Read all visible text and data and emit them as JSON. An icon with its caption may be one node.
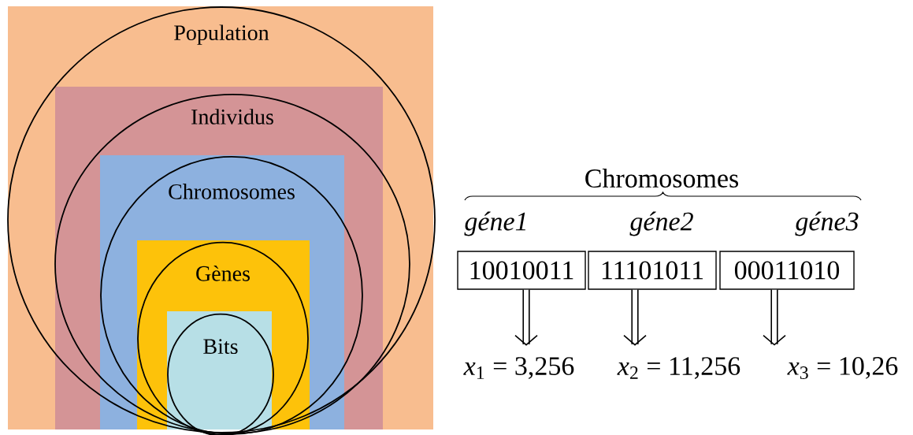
{
  "diagram": {
    "nodes": [
      {
        "text": [
          "Population"
        ]
      },
      {
        "text": [
          "Individus"
        ],
        "in": 0
      },
      {
        "text": [
          "Chromosomes"
        ],
        "in": 1
      },
      {
        "text": [
          "Gènes"
        ],
        "in": 2
      },
      {
        "text": [
          "Bits"
        ],
        "in": 3
      },
      {
        "text": [
          "10010011"
        ]
      },
      {
        "text": [
          "11101011"
        ]
      },
      {
        "text": [
          "00011010"
        ]
      },
      {
        "text": [
          "*x*$_{1}$ = 3,256"
        ]
      },
      {
        "text": [
          "*x*$_{2}$ = 11,256"
        ]
      },
      {
        "text": [
          "*x*$_{3}$ = 10,26"
        ]
      }
    ],
    "edges": [
      {
        "from": 5,
        "to": 8,
        "arrow": "to"
      },
      {
        "from": 6,
        "to": 9,
        "arrow": "to"
      },
      {
        "from": 7,
        "to": 10,
        "arrow": "to"
      }
    ],
    "labels": [
      "Chromosomes",
      "géne1",
      "géne2",
      "géne3"
    ]
  }
}
